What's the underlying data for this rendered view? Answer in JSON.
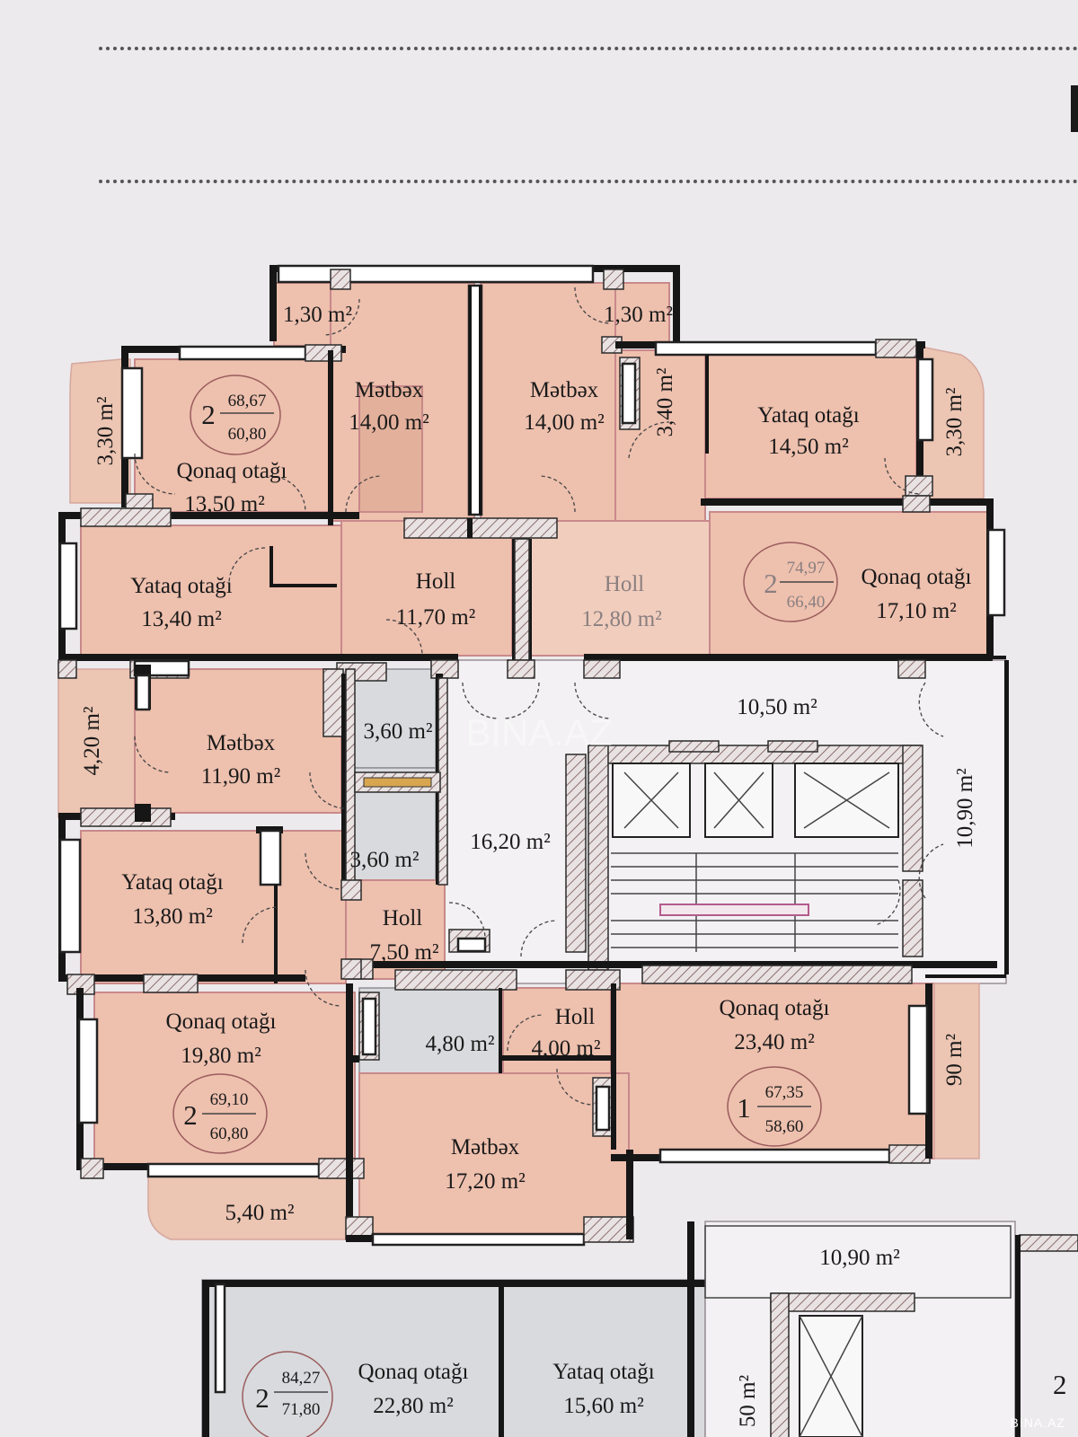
{
  "watermark": "BINA.AZ",
  "credit": "BINA.AZ",
  "rooms": {
    "top_left_balcony": "1,30 m²",
    "top_right_balcony": "1,30 m²",
    "kitchen_top_left": {
      "name": "Mətbəx",
      "area": "14,00 m²"
    },
    "kitchen_top_right": {
      "name": "Mətbəx",
      "area": "14,00 m²"
    },
    "left_loggia_top": "3,30 m²",
    "right_loggia_top": "3,30 m²",
    "bath_top_right": "3,40 m²",
    "living_top_left": {
      "name": "Qonaq otağı",
      "area": "13,50 m²"
    },
    "bedroom_top_right": {
      "name": "Yataq otağı",
      "area": "14,50 m²"
    },
    "bedroom_mid_left": {
      "name": "Yataq otağı",
      "area": "13,40 m²"
    },
    "hall_mid_left": {
      "name": "Holl",
      "area": "11,70 m²"
    },
    "hall_mid_right": {
      "name": "Holl",
      "area": "12,80 m²"
    },
    "living_mid_right": {
      "name": "Qonaq otağı",
      "area": "17,10 m²"
    },
    "core_top": "10,50 m²",
    "core_right": "10,90 m²",
    "corridor": "16,20 m²",
    "left_loggia_mid": "4,20 m²",
    "kitchen_mid_left": {
      "name": "Mətbəx",
      "area": "11,90 m²"
    },
    "bath_a": "3,60 m²",
    "bath_b": "3,60 m²",
    "bedroom_low_left": {
      "name": "Yataq otağı",
      "area": "13,80 m²"
    },
    "hall_low_left": {
      "name": "Holl",
      "area": "7,50 m²"
    },
    "living_low_left": {
      "name": "Qonaq otağı",
      "area": "19,80 m²"
    },
    "bath_c": "4,80 m²",
    "hall_low_mid": {
      "name": "Holl",
      "area": "4,00 m²"
    },
    "living_low_right": {
      "name": "Qonaq otağı",
      "area": "23,40 m²"
    },
    "kitchen_bottom": {
      "name": "Mətbəx",
      "area": "17,20 m²"
    },
    "balcony_bottom_left": "5,40 m²",
    "core_lower_floor": "10,90 m²",
    "living_lower_floor": {
      "name": "Qonaq otağı",
      "area": "22,80 m²"
    },
    "bedroom_lower_floor": {
      "name": "Yataq otağı",
      "area": "15,60 m²"
    },
    "lower_floor_side": "50 m²",
    "right_side_partial": "90 m²"
  },
  "apartments": [
    {
      "rooms": "2",
      "total": "68,67",
      "living": "60,80"
    },
    {
      "rooms": "2",
      "total": "74,97",
      "living": "66,40"
    },
    {
      "rooms": "2",
      "total": "69,10",
      "living": "60,80"
    },
    {
      "rooms": "1",
      "total": "67,35",
      "living": "58,60"
    },
    {
      "rooms": "2",
      "total": "84,27",
      "living": "71,80"
    }
  ],
  "partial_badge_digit": "2",
  "colors": {
    "room_fill": "#eec0ae",
    "wall": "#161616",
    "core_fill": "#f3f1f3",
    "paper": "#eceaec"
  }
}
